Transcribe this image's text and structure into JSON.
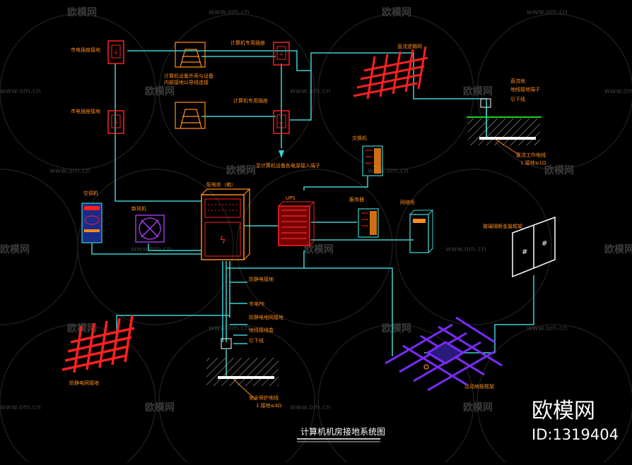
{
  "title": "计算机机房接地系统图",
  "brand": {
    "name": "欧模网",
    "id": "ID:1319404"
  },
  "watermark": {
    "brand": "欧模网",
    "url": "www.om.cn"
  },
  "colors": {
    "wire": "#3fd0d0",
    "red": "#ff2020",
    "orange": "#ff8c1a",
    "purple": "#7a2cff",
    "ground": "#ffffff"
  },
  "labels": {
    "outlet1": "市电插座接地",
    "ac_unit": "计算机设备外壳与设备",
    "ac_unit2": "内部接地以导线连接",
    "outlet2": "市电插座接地",
    "pc_outlet1": "计算机专用插座",
    "pc_outlet2": "计算机专用插座",
    "signal_mesh": "直流逻辑网",
    "dc_ground": "直流地",
    "dc_ground2": "地线接地端子",
    "dc_ground3": "引下线",
    "dc_work": "直流工作地线",
    "dc_work2": "1 接地≤1Ω",
    "to_dist": "至计算机设备各电源接入端子",
    "switch": "交换机",
    "air_cond": "空调机",
    "fan": "新风机",
    "dist_cabinet": "配电柜（箱）",
    "ups": "UPS",
    "server": "服务器",
    "network": "网络柜",
    "glass": "玻璃隔断金属框架",
    "antistatic": "防静电接地",
    "pe": "市电PE",
    "antistatic2": "防静电地网接地",
    "terminal": "地线接线盒",
    "lead": "引下线",
    "safety": "安全保护地线",
    "safety2": "1 接地≤4Ω",
    "mesh_left": "防静电网接地",
    "floor_frame": "活动地板框架"
  }
}
